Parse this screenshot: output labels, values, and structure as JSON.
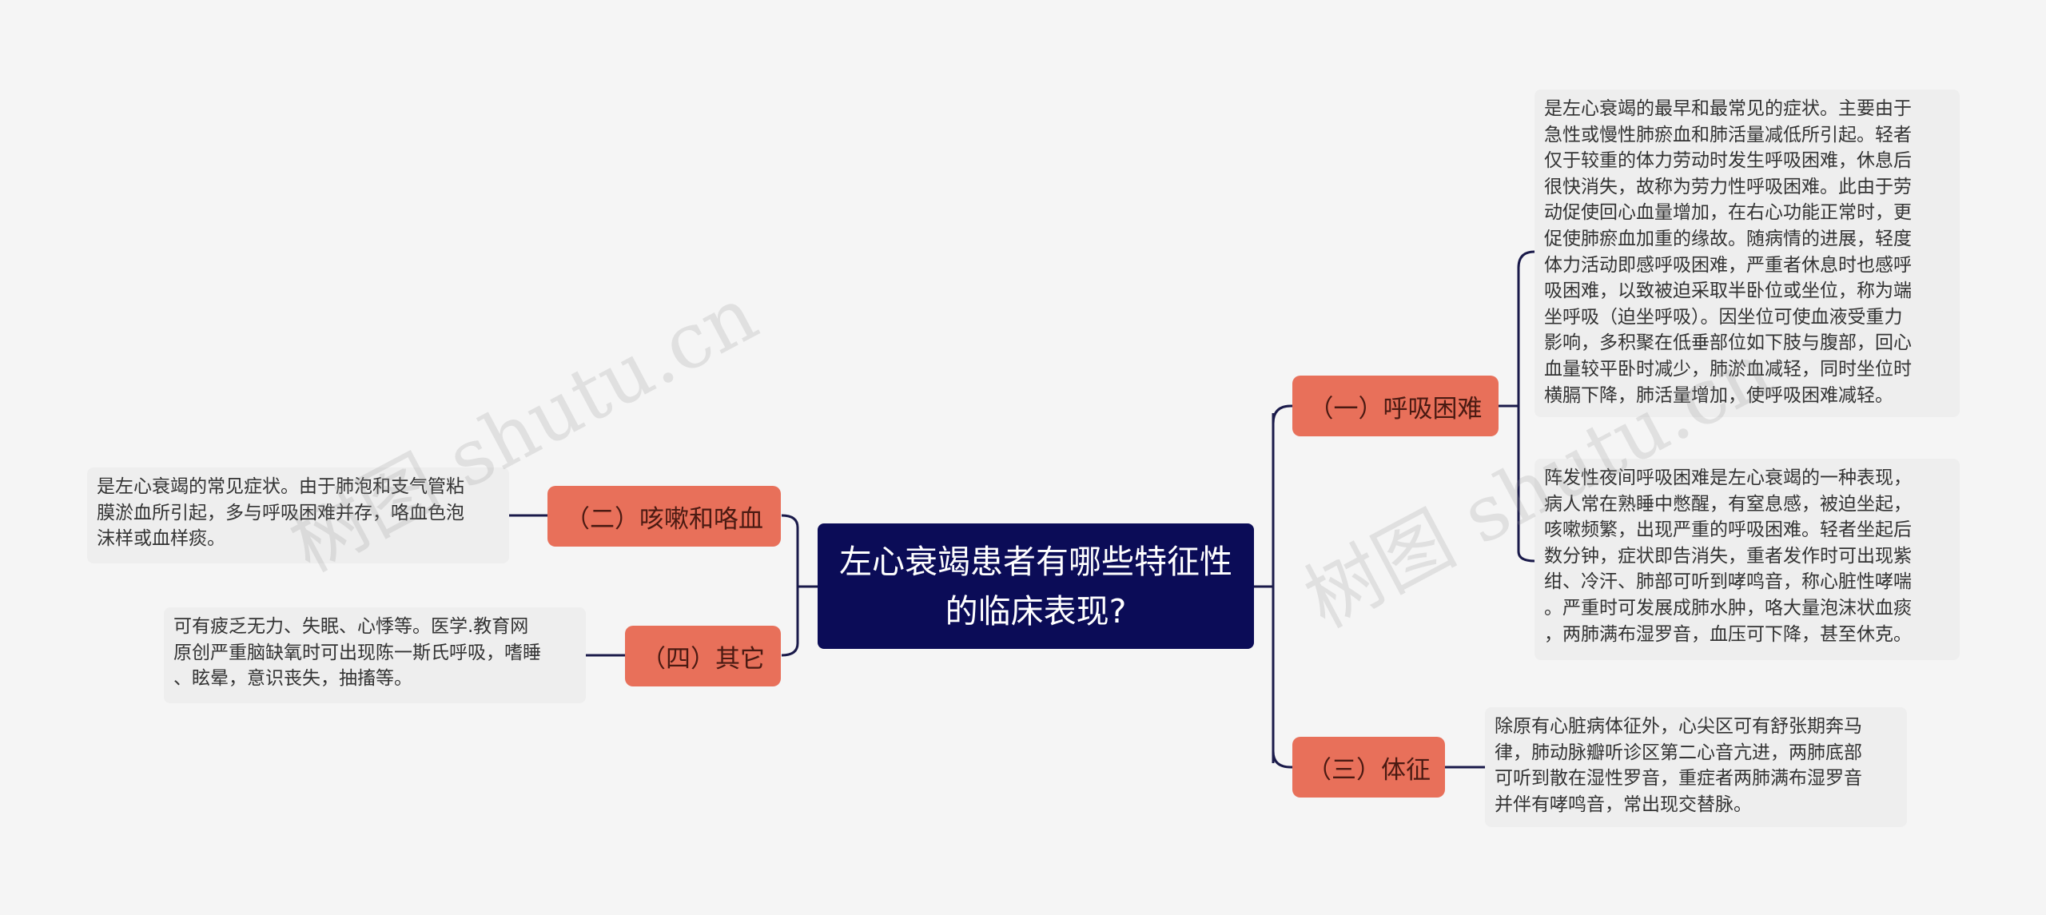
{
  "center": {
    "title": "左心衰竭患者有哪些特征性的临床表现?"
  },
  "colors": {
    "background": "#f5f5f5",
    "center_fill": "#0b0c57",
    "branch_fill": "#e8705a",
    "leaf_fill": "#eeeeee",
    "connector": "#1a1a4a"
  },
  "branches": {
    "breathing": {
      "label": "（一）呼吸困难",
      "leaves": [
        "是左心衰竭的最早和最常见的症状。主要由于\n急性或慢性肺瘀血和肺活量减低所引起。轻者\n仅于较重的体力劳动时发生呼吸困难，休息后\n很快消失，故称为劳力性呼吸困难。此由于劳\n动促使回心血量增加，在右心功能正常时，更\n促使肺瘀血加重的缘故。随病情的进展，轻度\n体力活动即感呼吸困难，严重者休息时也感呼\n吸困难，以致被迫采取半卧位或坐位，称为端\n坐呼吸（迫坐呼吸）。因坐位可使血液受重力\n影响，多积聚在低垂部位如下肢与腹部，回心\n血量较平卧时减少，肺淤血减轻，同时坐位时\n横膈下降，肺活量增加，使呼吸困难减轻。",
        "阵发性夜间呼吸困难是左心衰竭的一种表现，\n病人常在熟睡中憋醒，有窒息感，被迫坐起，\n咳嗽频繁，出现严重的呼吸困难。轻者坐起后\n数分钟，症状即告消失，重者发作时可出现紫\n绀、冷汗、肺部可听到哮鸣音，称心脏性哮喘\n。严重时可发展成肺水肿，咯大量泡沫状血痰\n，两肺满布湿罗音，血压可下降，甚至休克。"
      ]
    },
    "cough": {
      "label": "（二）咳嗽和咯血",
      "leaves": [
        "是左心衰竭的常见症状。由于肺泡和支气管粘\n膜淤血所引起，多与呼吸困难并存，咯血色泡\n沫样或血样痰。"
      ]
    },
    "signs": {
      "label": "（三）体征",
      "leaves": [
        "除原有心脏病体征外，心尖区可有舒张期奔马\n律，肺动脉瓣听诊区第二心音亢进，两肺底部\n可听到散在湿性罗音，重症者两肺满布湿罗音\n并伴有哮鸣音，常出现交替脉。"
      ]
    },
    "other": {
      "label": "（四）其它",
      "leaves": [
        "可有疲乏无力、失眠、心悸等。医学.教育网\n原创严重脑缺氧时可出现陈一斯氏呼吸，嗜睡\n、眩晕，意识丧失，抽搐等。"
      ]
    }
  },
  "watermark": {
    "text": "树图 shutu.cn"
  }
}
